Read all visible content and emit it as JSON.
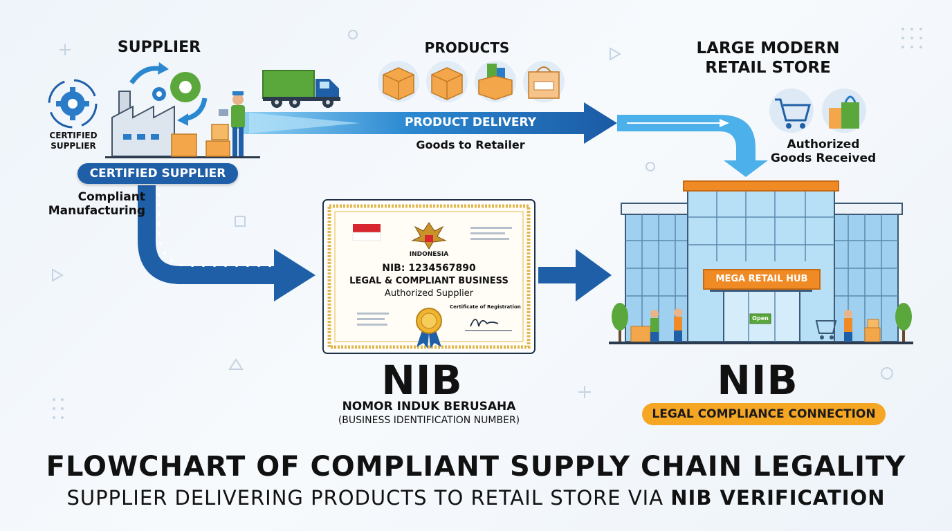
{
  "supplier": {
    "title": "SUPPLIER",
    "certified_small_line1": "CERTIFIED",
    "certified_small_line2": "SUPPLIER",
    "pill_label": "CERTIFIED SUPPLIER",
    "compliant_line1": "Compliant",
    "compliant_line2": "Manufacturing"
  },
  "products": {
    "title": "PRODUCTS",
    "delivery_label": "PRODUCT DELIVERY",
    "goods_label": "Goods to Retailer"
  },
  "store": {
    "title_line1": "LARGE MODERN",
    "title_line2": "RETAIL STORE",
    "authorized_line1": "Authorized",
    "authorized_line2": "Goods Received",
    "sign": "MEGA RETAIL HUB",
    "open_sign": "Open"
  },
  "certificate": {
    "country": "INDONESIA",
    "nib_number": "NIB: 1234567890",
    "legal_line": "LEGAL & COMPLIANT BUSINESS",
    "authorized": "Authorized Supplier",
    "registration": "Certificate of Registration"
  },
  "nib_left": {
    "big": "NIB",
    "sub1": "NOMOR INDUK BERUSAHA",
    "sub2": "(BUSINESS IDENTIFICATION NUMBER)"
  },
  "nib_right": {
    "big": "NIB",
    "pill": "LEGAL COMPLIANCE CONNECTION"
  },
  "footer": {
    "title": "FLOWCHART OF COMPLIANT SUPPLY CHAIN LEGALITY",
    "subtitle_plain": "SUPPLIER DELIVERING PRODUCTS TO RETAIL STORE VIA ",
    "subtitle_bold": "NIB VERIFICATION"
  },
  "colors": {
    "primary_blue": "#1f5fa8",
    "light_blue": "#3fa0e0",
    "orange": "#f5a623",
    "green": "#5aa83c"
  }
}
